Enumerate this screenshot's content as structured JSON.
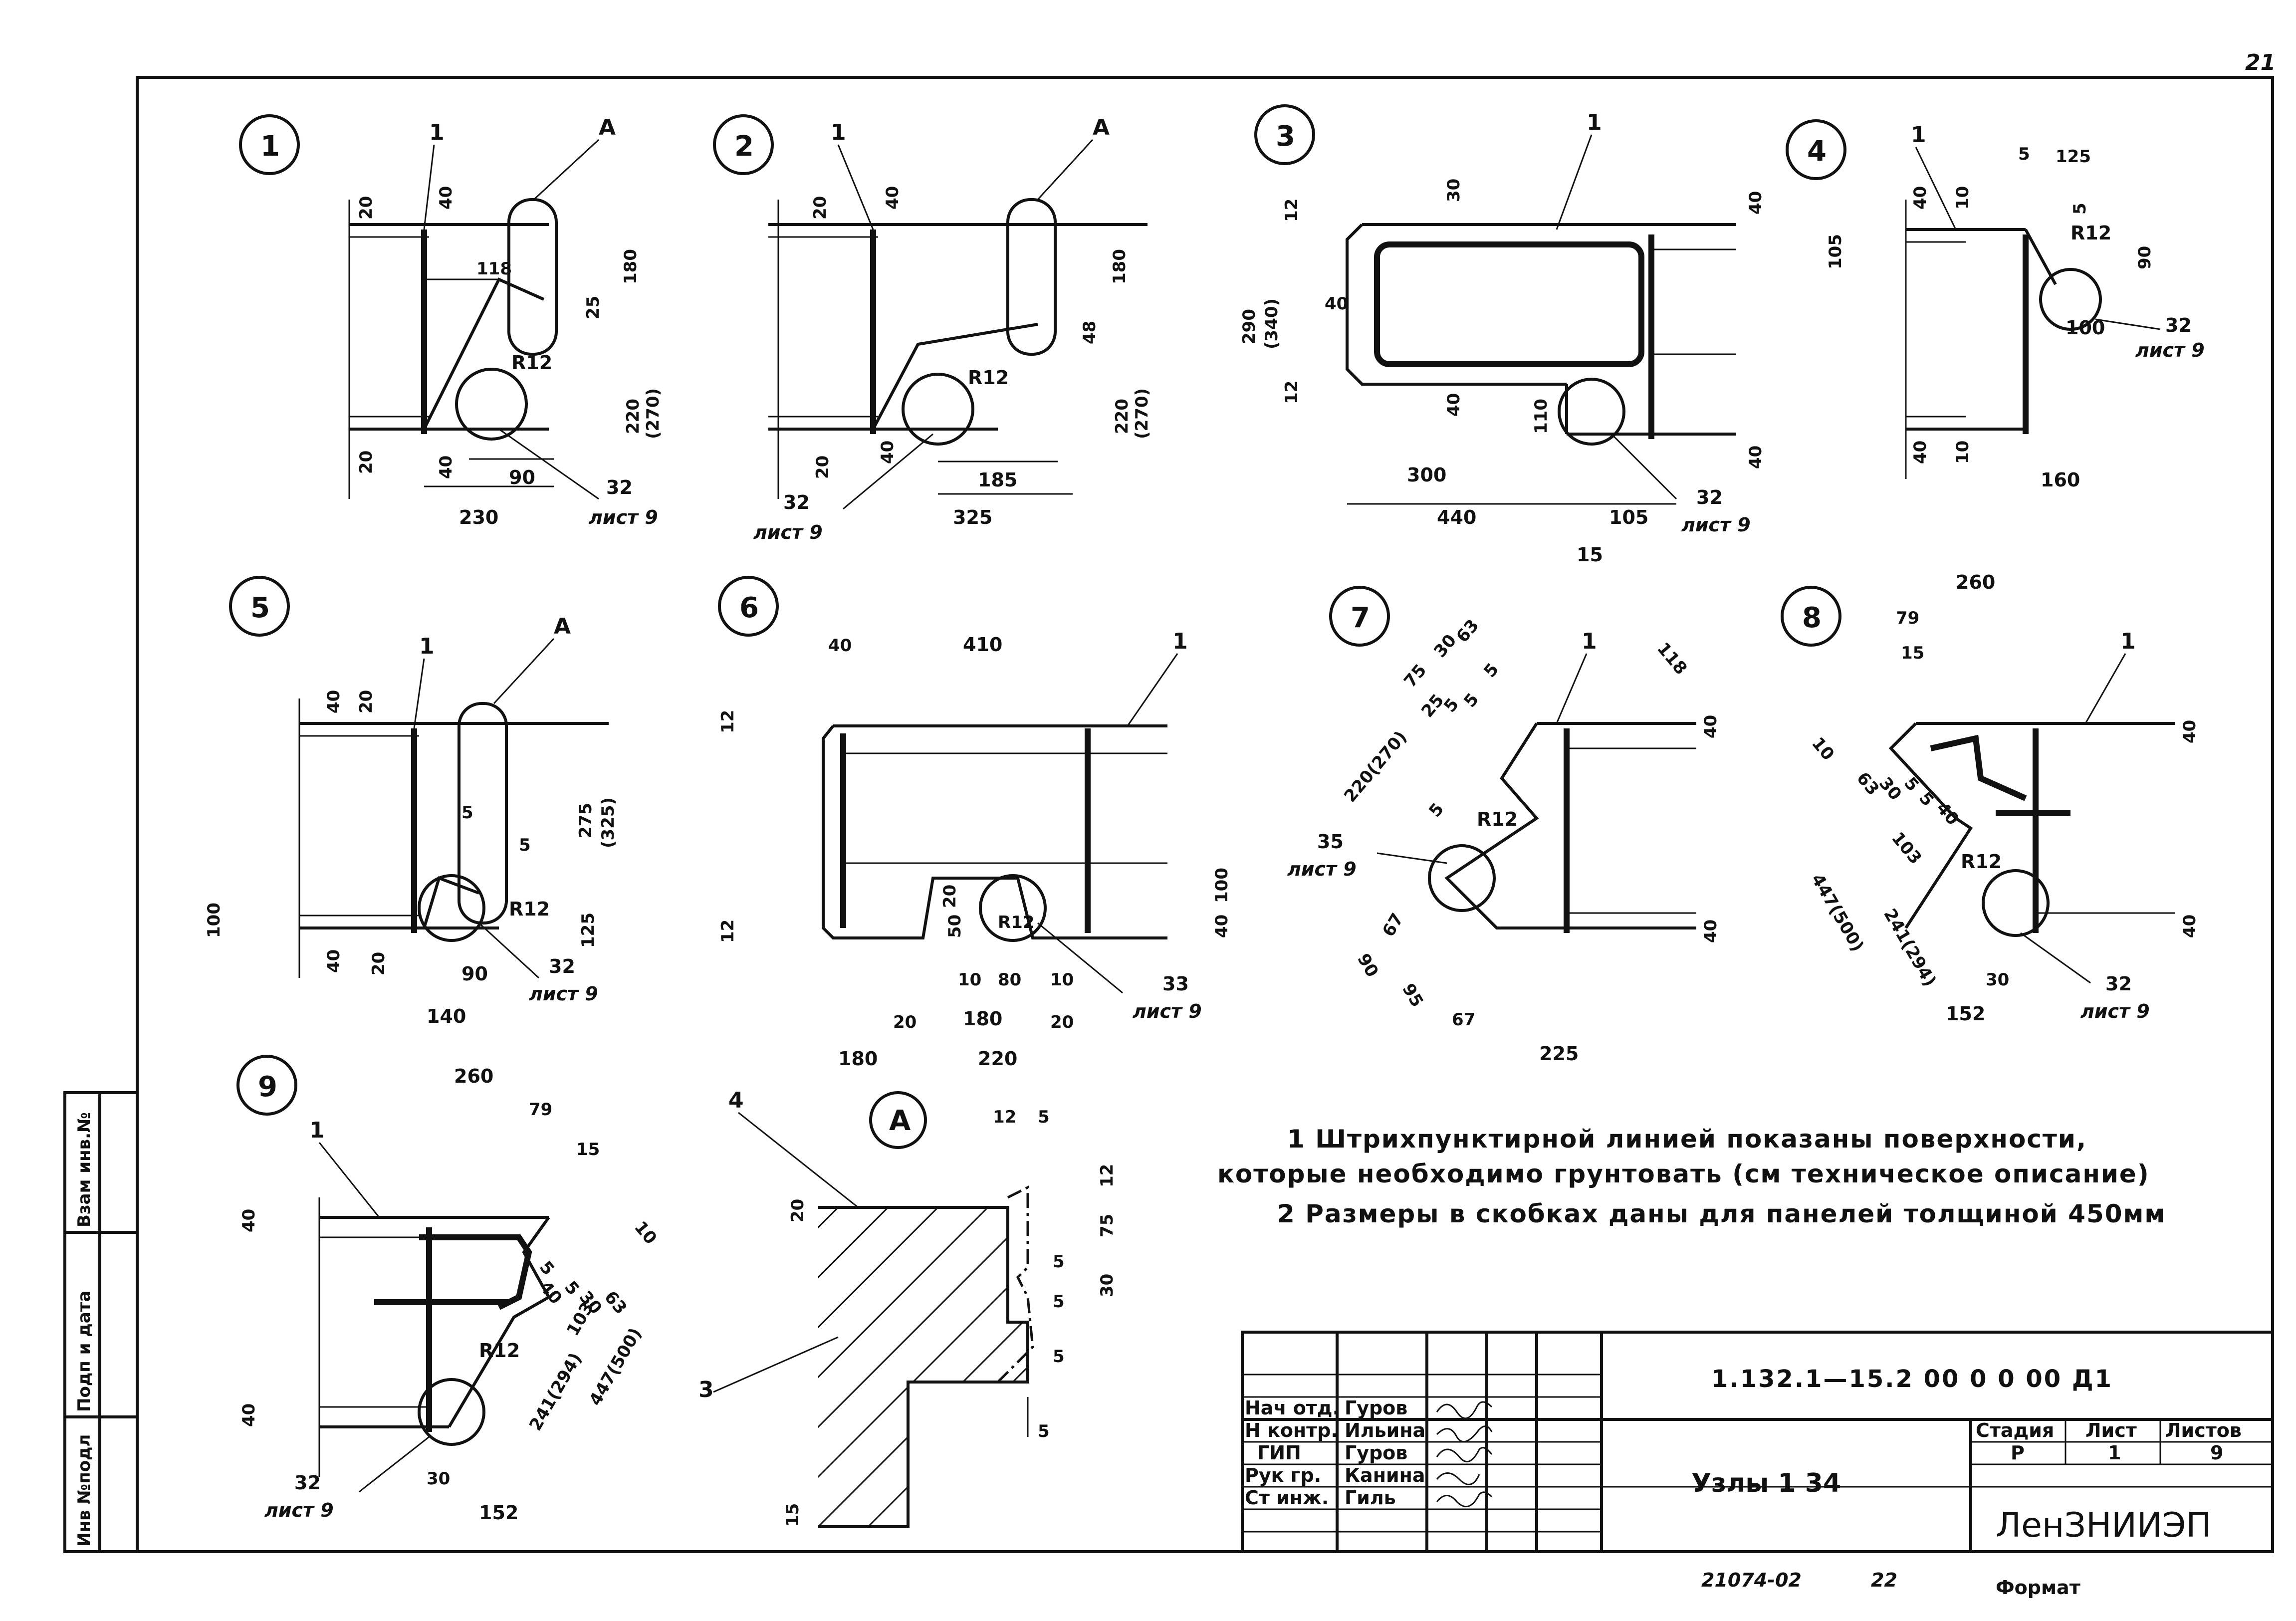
{
  "page_number": "21",
  "nodes": [
    {
      "num": "1",
      "leader_1": "1",
      "leader_a": "A",
      "dims": [
        "20",
        "40",
        "118",
        "25",
        "180",
        "220",
        "(270)",
        "R12",
        "20",
        "40",
        "90",
        "230"
      ],
      "ref_num": "32",
      "ref_sheet": "лист 9"
    },
    {
      "num": "2",
      "leader_1": "1",
      "leader_a": "A",
      "dims": [
        "20",
        "40",
        "180",
        "48",
        "R12",
        "220",
        "(270)",
        "20",
        "40",
        "185",
        "325"
      ],
      "ref_num": "32",
      "ref_sheet": "лист 9"
    },
    {
      "num": "3",
      "leader_1": "1",
      "dims": [
        "12",
        "30",
        "40",
        "290",
        "(340)",
        "40",
        "12",
        "40",
        "110",
        "40",
        "300",
        "440",
        "105",
        "15"
      ],
      "ref_num": "32",
      "ref_sheet": "лист 9"
    },
    {
      "num": "4",
      "leader_1": "1",
      "dims": [
        "5",
        "125",
        "40",
        "10",
        "5",
        "R12",
        "105",
        "90",
        "100",
        "40",
        "10",
        "160"
      ],
      "ref_num": "32",
      "ref_sheet": "лист 9"
    },
    {
      "num": "5",
      "leader_1": "1",
      "leader_a": "A",
      "dims": [
        "40",
        "20",
        "275",
        "(325)",
        "5",
        "5",
        "100",
        "R12",
        "125",
        "40",
        "20",
        "90",
        "140"
      ],
      "ref_num": "32",
      "ref_sheet": "лист 9"
    },
    {
      "num": "6",
      "leader_1": "1",
      "dims": [
        "40",
        "410",
        "12",
        "12",
        "20",
        "50",
        "R12",
        "40",
        "100",
        "10",
        "80",
        "10",
        "20",
        "180",
        "20",
        "180",
        "220"
      ],
      "ref_num": "33",
      "ref_sheet": "лист 9"
    },
    {
      "num": "7",
      "leader_1": "1",
      "dims": [
        "118",
        "75",
        "30",
        "63",
        "5",
        "220(270)",
        "25",
        "5",
        "5",
        "5",
        "R12",
        "40",
        "40",
        "67",
        "90",
        "95",
        "67",
        "225"
      ],
      "ref_num": "35",
      "ref_sheet": "лист 9"
    },
    {
      "num": "8",
      "leader_1": "1",
      "dims": [
        "260",
        "79",
        "15",
        "10",
        "63",
        "30",
        "5",
        "5",
        "40",
        "103",
        "447(500)",
        "241(294)",
        "R12",
        "40",
        "40",
        "30",
        "152"
      ],
      "ref_num": "32",
      "ref_sheet": "лист 9"
    },
    {
      "num": "9",
      "leader_1": "1",
      "dims": [
        "260",
        "79",
        "15",
        "40",
        "5",
        "40",
        "10",
        "5",
        "30",
        "63",
        "103",
        "447(500)",
        "241(294)",
        "R12",
        "40",
        "30",
        "152"
      ],
      "ref_num": "32",
      "ref_sheet": "лист 9"
    },
    {
      "num": "A",
      "leader_4": "4",
      "leader_3": "3",
      "dims": [
        "12",
        "5",
        "20",
        "12",
        "75",
        "5",
        "30",
        "5",
        "5",
        "15"
      ]
    }
  ],
  "notes": [
    "1 Штрихпунктирной линией показаны поверхности,",
    "которые необходимо грунтовать (см техническое описание)",
    "2 Размеры в скобках даны для панелей толщиной 450мм"
  ],
  "side_stamp": [
    "Инв №подл",
    "Подп и дата",
    "Взам инв.№"
  ],
  "title_block": {
    "designation": "1.132.1—15.2 00 0 0 00 Д1",
    "title": "Узлы 1  34",
    "stage_header": "Стадия",
    "sheet_header": "Лист",
    "sheets_header": "Листов",
    "stage": "Р",
    "sheet": "1",
    "sheets": "9",
    "org": "ЛенЗНИИЭП",
    "roles": [
      {
        "role": "Нач отд.",
        "name": "Гуров"
      },
      {
        "role": "Н контр.",
        "name": "Ильина"
      },
      {
        "role": "ГИП",
        "name": "Гуров"
      },
      {
        "role": "Рук гр.",
        "name": "Канина"
      },
      {
        "role": "Ст инж.",
        "name": "Гиль"
      }
    ]
  },
  "footer": {
    "code": "21074-02",
    "num": "22",
    "format": "Формат"
  }
}
